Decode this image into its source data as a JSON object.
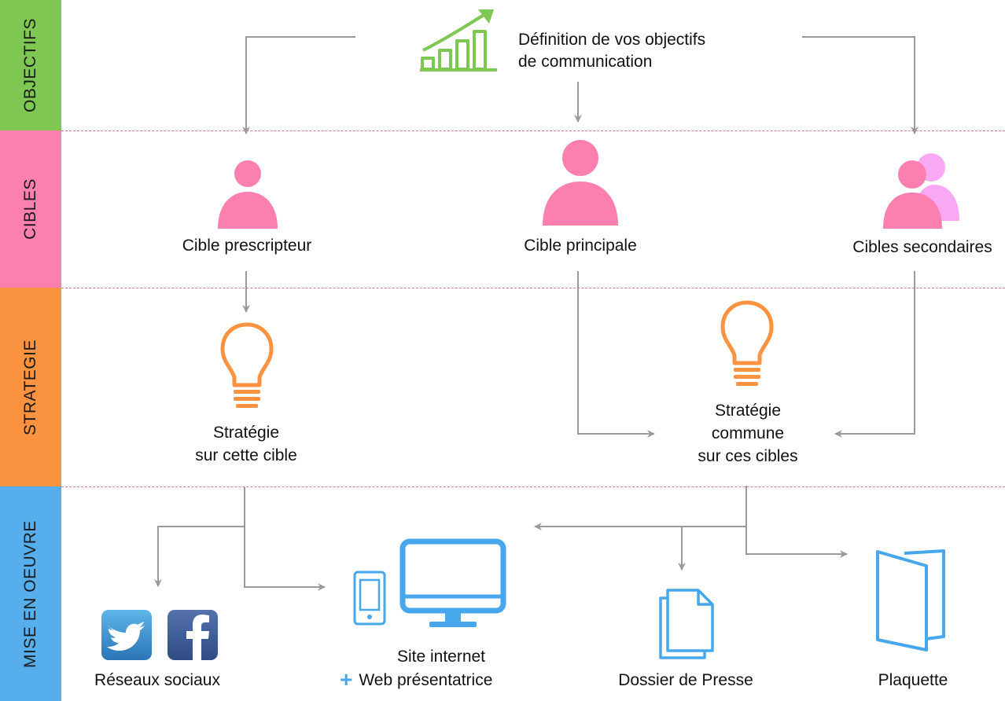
{
  "rows": {
    "objectifs": "OBJECTIFS",
    "cibles": "CIBLES",
    "strategie": "STRATEGIE",
    "mise_en_oeuvre": "MISE EN OEUVRE"
  },
  "row_colors": {
    "objectifs": "#7dc752",
    "cibles": "#fb80af",
    "strategie": "#fb9240",
    "mise_en_oeuvre": "#56aeec"
  },
  "objectives": {
    "line1": "Définition de vos objectifs",
    "line2": "de communication"
  },
  "targets": {
    "prescripteur": "Cible prescripteur",
    "principale": "Cible principale",
    "secondaires": "Cibles secondaires"
  },
  "strategy": {
    "cette_cible_1": "Stratégie",
    "cette_cible_2": "sur cette cible",
    "commune_1": "Stratégie",
    "commune_2": "commune",
    "commune_3": "sur ces cibles"
  },
  "outputs": {
    "reseaux": "Réseaux sociaux",
    "site_1": "Site internet",
    "site_plus": "+",
    "site_2": "Web présentatrice",
    "dossier": "Dossier de Presse",
    "plaquette": "Plaquette"
  },
  "icons": {
    "objectives": "growth-chart-icon",
    "prescripteur": "person-icon",
    "principale": "person-icon",
    "secondaires": "group-icon",
    "strategy": "lightbulb-icon",
    "twitter": "twitter-icon",
    "facebook": "facebook-icon",
    "phone": "smartphone-icon",
    "monitor": "monitor-icon",
    "document": "document-icon",
    "brochure": "brochure-icon"
  },
  "colors": {
    "arrow": "#9a9a9a",
    "divider": "#e07a86",
    "twitter": "#3a8ac8",
    "facebook": "#3b5998"
  }
}
